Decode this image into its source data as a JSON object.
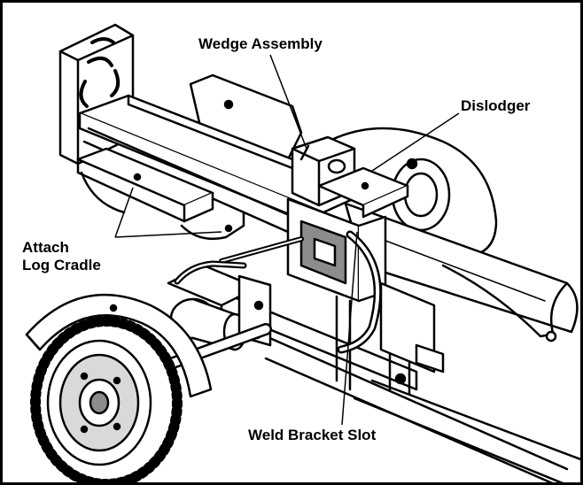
{
  "labels": {
    "wedge_assembly": "Wedge Assembly",
    "dislodger": "Dislodger",
    "attach_line1": "Attach",
    "attach_line2": "Log Cradle",
    "weld_bracket_slot": "Weld Bracket Slot"
  },
  "colors": {
    "ink": "#000000",
    "fill_light": "#ffffff",
    "fill_shade": "#d9d9d9",
    "fill_dark": "#8c8c8c"
  }
}
